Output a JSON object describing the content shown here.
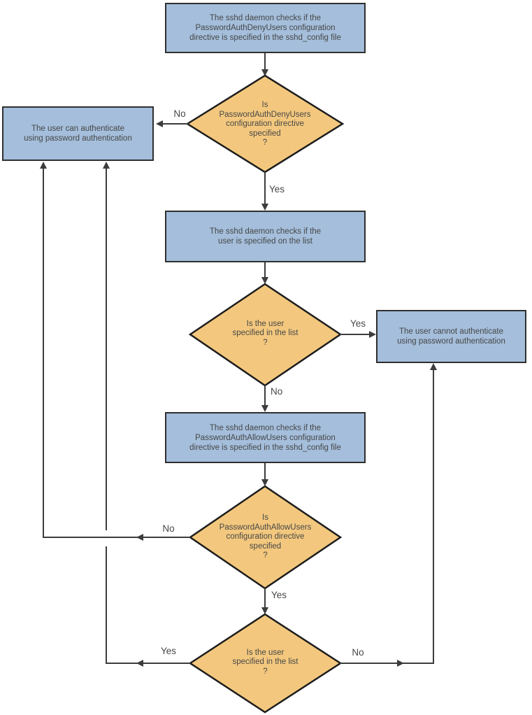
{
  "colors": {
    "box_fill": "#a4bedb",
    "box_border": "#2f2f2f",
    "diamond_fill": "#f3c87e",
    "diamond_border": "#1c1c1c",
    "line": "#3c3c3c",
    "text": "#474747"
  },
  "nodes": {
    "deny_check_box": {
      "text": "The sshd daemon checks if the\nPasswordAuthDenyUsers configuration\ndirective is specified in the sshd_config file"
    },
    "deny_decision": {
      "text": "Is\nPasswordAuthDenyUsers\nconfiguration directive\nspecified\n?"
    },
    "can_auth_box": {
      "text": "The user can authenticate\nusing password authentication"
    },
    "list_check_box": {
      "text": "The sshd daemon checks if the\nuser is specified on the list"
    },
    "user_list_decision_1": {
      "text": "Is the user\nspecified in the list\n?"
    },
    "cannot_auth_box": {
      "text": "The user cannot authenticate\nusing password authentication"
    },
    "allow_check_box": {
      "text": "The sshd daemon checks if the\nPasswordAuthAllowUsers configuration\ndirective is specified in the sshd_config file"
    },
    "allow_decision": {
      "text": "Is\nPasswordAuthAllowUsers\nconfiguration directive\nspecified\n?"
    },
    "user_list_decision_2": {
      "text": "Is the user\nspecified in the list\n?"
    }
  },
  "edge_labels": {
    "deny_no": "No",
    "deny_yes": "Yes",
    "list1_yes": "Yes",
    "list1_no": "No",
    "allow_no": "No",
    "allow_yes": "Yes",
    "list2_yes": "Yes",
    "list2_no": "No"
  }
}
